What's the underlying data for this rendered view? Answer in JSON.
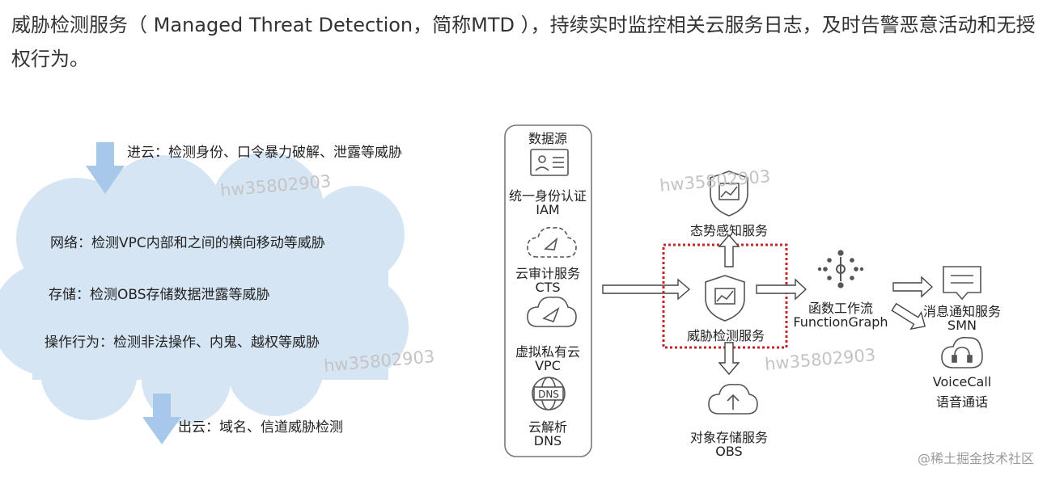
{
  "intro": "威胁检测服务（ Managed Threat Detection，简称MTD ），持续实时监控相关云服务日志，及时告警恶意活动和无授权行为。",
  "left_panel": {
    "in_cloud": "进云：检测身份、口令暴力破解、泄露等威胁",
    "network": "网络：检测VPC内部和之间的横向移动等威胁",
    "storage": "存储：检测OBS存储数据泄露等威胁",
    "operation": "操作行为：检测非法操作、内鬼、越权等威胁",
    "out_cloud": "出云：域名、信道威胁检测"
  },
  "data_sources": {
    "title": "数据源",
    "iam_name": "统一身份认证",
    "iam_code": "IAM",
    "cts_name": "云审计服务",
    "cts_code": "CTS",
    "vpc_name": "虚拟私有云",
    "vpc_code": "VPC",
    "dns_badge": "DNS",
    "dns_name": "云解析",
    "dns_code": "DNS"
  },
  "services": {
    "situation": "态势感知服务",
    "mtd": "威胁检测服务",
    "obs_name": "对象存储服务",
    "obs_code": "OBS",
    "fg_name": "函数工作流",
    "fg_code": "FunctionGraph",
    "smn_name": "消息通知服务",
    "smn_code": "SMN",
    "vc_name": "VoiceCall",
    "vc_sub": "语音通话"
  },
  "watermark": "hw35802903",
  "credit": "@稀土掘金技术社区",
  "colors": {
    "cloud": "#d6e5f4",
    "arrow_blue": "#a8c8ea",
    "highlight": "#c0282d",
    "icon": "#555555"
  }
}
